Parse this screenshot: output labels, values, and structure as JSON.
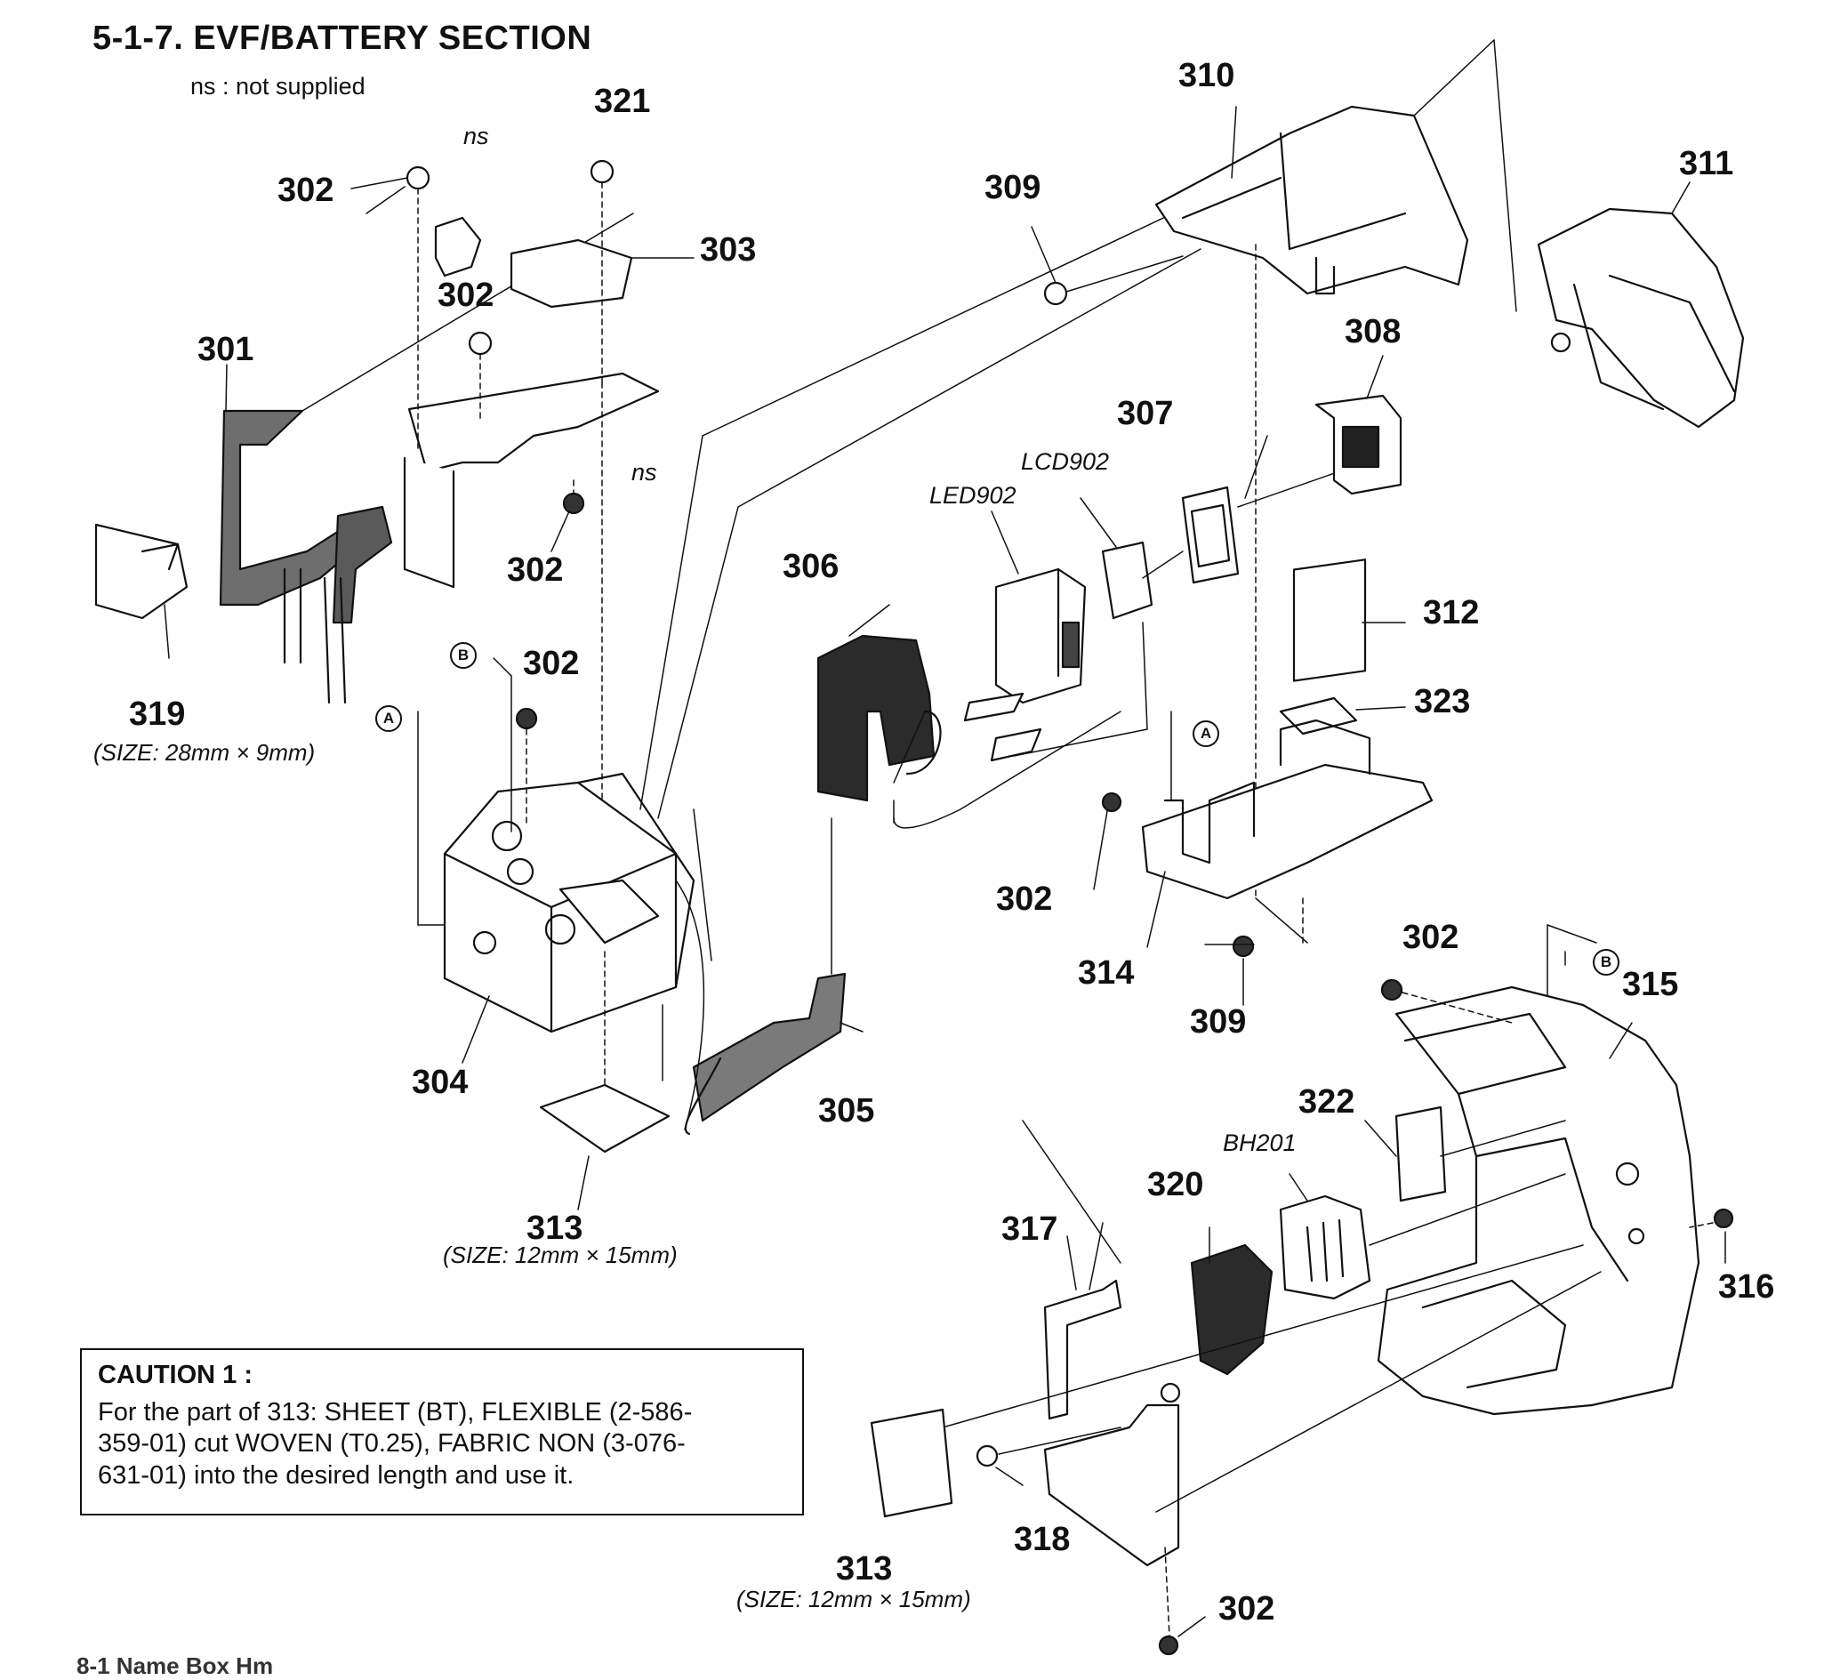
{
  "section": {
    "title": "5-1-7. EVF/BATTERY SECTION",
    "subtitle": "ns : not supplied"
  },
  "parts": {
    "p301": "301",
    "p302": "302",
    "p303": "303",
    "p304": "304",
    "p305": "305",
    "p306": "306",
    "p307": "307",
    "p308": "308",
    "p309": "309",
    "p310": "310",
    "p311": "311",
    "p312": "312",
    "p313": "313",
    "p314": "314",
    "p315": "315",
    "p316": "316",
    "p317": "317",
    "p318": "318",
    "p319": "319",
    "p320": "320",
    "p321": "321",
    "p322": "322",
    "p323": "323"
  },
  "refs": {
    "ns": "ns",
    "led": "LED902",
    "lcd": "LCD902",
    "bh": "BH201"
  },
  "markers": {
    "a": "A",
    "b": "B"
  },
  "sizes": {
    "s319": "(SIZE: 28mm × 9mm)",
    "s313a": "(SIZE: 12mm × 15mm)",
    "s313b": "(SIZE: 12mm × 15mm)"
  },
  "caution": {
    "title": "CAUTION 1 :",
    "lines": [
      "For the part of 313: SHEET (BT), FLEXIBLE (2-586-",
      "359-01) cut WOVEN (T0.25), FABRIC NON (3-076-",
      "631-01) into the desired length and use it."
    ]
  },
  "footer": "8-1  Name  Box  Hm"
}
